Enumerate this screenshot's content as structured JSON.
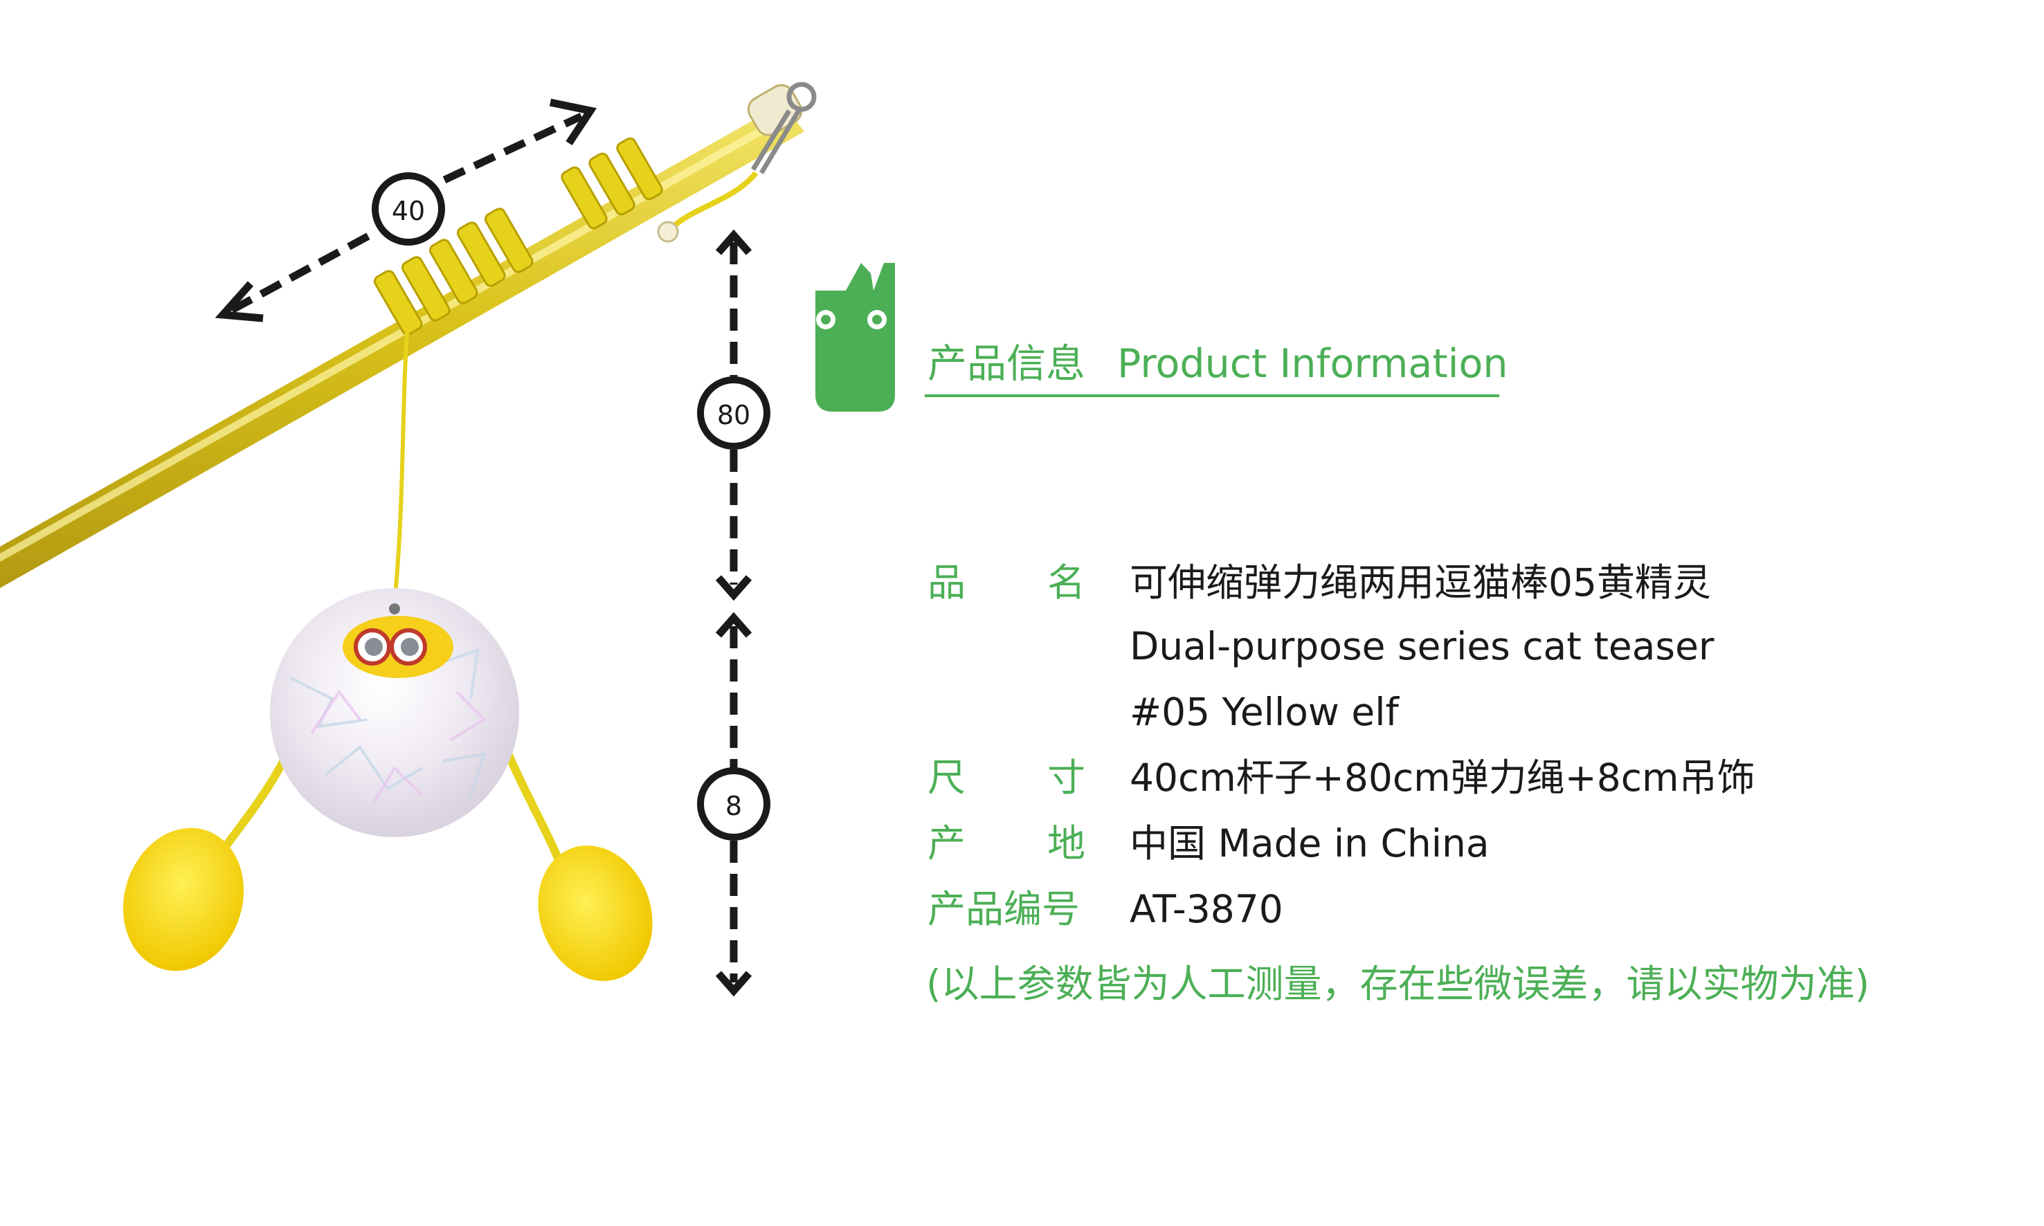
{
  "dimensions": {
    "rod_length": "40",
    "cord_length": "80",
    "pendant_length": "8"
  },
  "brand_color": "#4caf56",
  "heading": {
    "zh": "产品信息",
    "en": "Product Information"
  },
  "specs": {
    "name": {
      "label": "品名",
      "value_zh": "可伸缩弹力绳两用逗猫棒05黄精灵",
      "value_en_line1": "Dual-purpose series cat teaser",
      "value_en_line2": "#05 Yellow elf"
    },
    "size": {
      "label": "尺寸",
      "value": "40cm杆子+80cm弹力绳+8cm吊饰"
    },
    "origin": {
      "label": "产地",
      "value": "中国 Made in China"
    },
    "code": {
      "label": "产品编号",
      "value": "AT-3870"
    }
  },
  "note": "(以上参数皆为人工测量，存在些微误差，请以实物为准)",
  "icons": {
    "logo": "green-creature-logo-icon",
    "arrows": "dashed-dimension-arrow-icon"
  }
}
